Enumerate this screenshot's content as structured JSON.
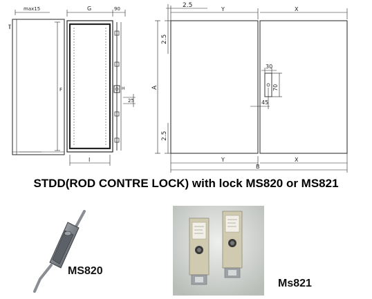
{
  "title": "STDD(ROD  CONTRE  LOCK) with lock MS820 or MS821",
  "left_drawing": {
    "dims": {
      "max": "max15",
      "g": "G",
      "ninety": "90",
      "f": "F",
      "h": "H",
      "twenty_five": "25",
      "i": "I"
    }
  },
  "right_drawing": {
    "dims": {
      "top_offset": "2.5",
      "y_top": "Y",
      "x_top": "X",
      "left_top": "2.5",
      "a": "A",
      "left_bottom": "2.5",
      "hole_width": "30",
      "hole_height": "70",
      "hole_offset": "45",
      "y_bottom": "Y",
      "x_bottom": "X",
      "b": "B"
    }
  },
  "products": {
    "ms820": "MS820",
    "ms821": "Ms821"
  },
  "colors": {
    "line": "#222222",
    "photo_background": "#d9dcd8",
    "lock_body": "#cfcab0"
  }
}
